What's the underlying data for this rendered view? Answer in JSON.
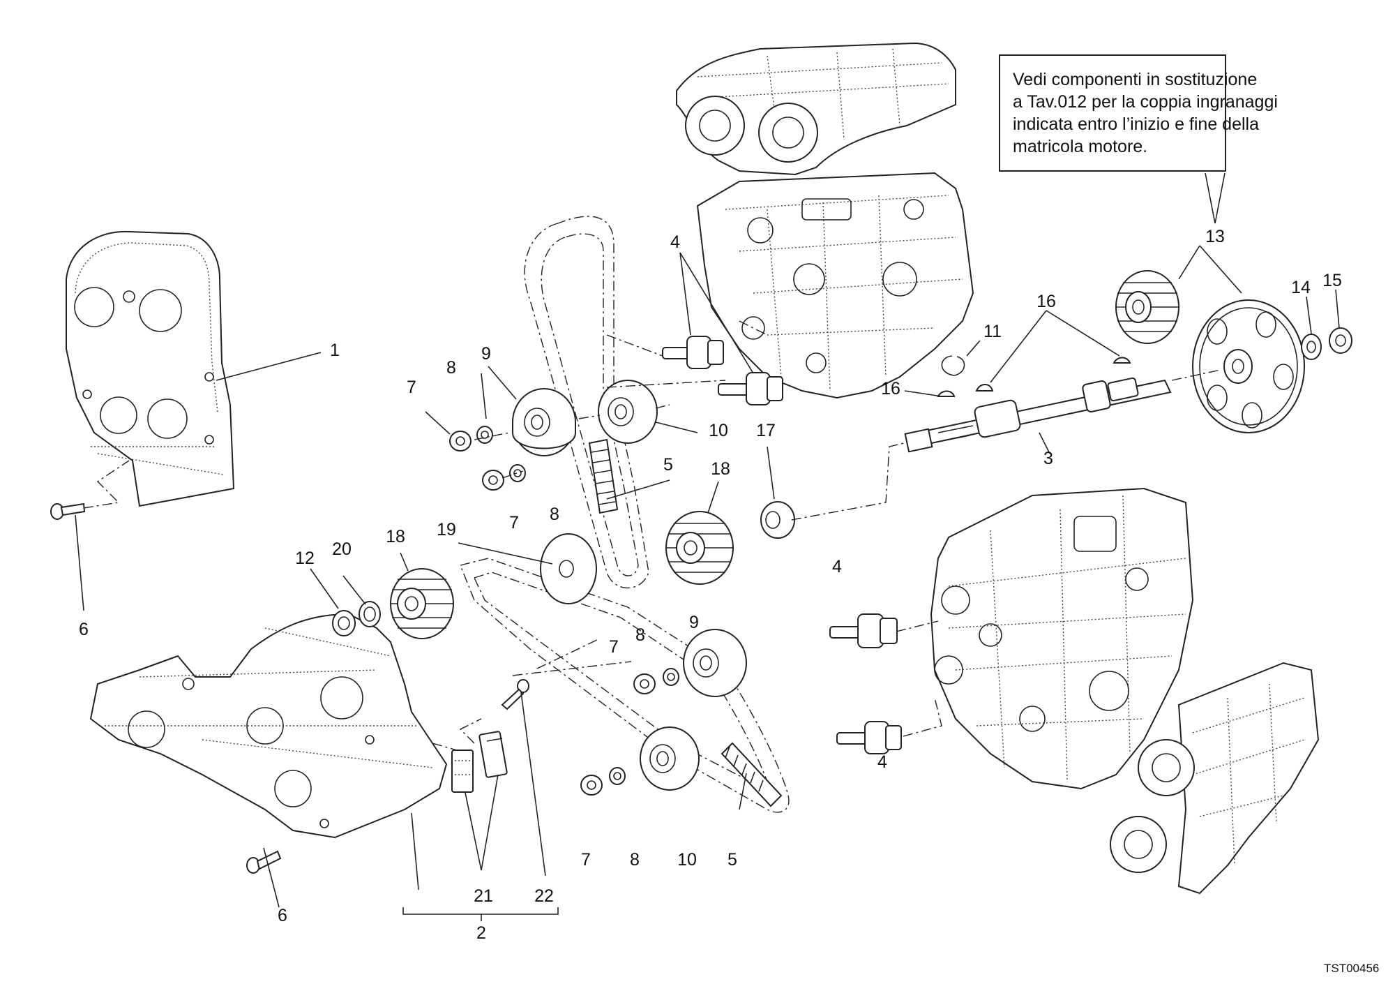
{
  "note": {
    "lines": [
      "Vedi componenti in sostituzione",
      "a Tav.012 per la coppia ingranaggi",
      "indicata entro l’inizio e fine della",
      "matricola motore."
    ]
  },
  "doc_id": "TST00456",
  "callouts": [
    "1",
    "2",
    "3",
    "4",
    "4",
    "4",
    "5",
    "5",
    "6",
    "6",
    "7",
    "7",
    "7",
    "7",
    "8",
    "8",
    "8",
    "8",
    "9",
    "9",
    "10",
    "10",
    "11",
    "12",
    "13",
    "14",
    "15",
    "16",
    "16",
    "17",
    "18",
    "18",
    "19",
    "20",
    "21",
    "22"
  ]
}
